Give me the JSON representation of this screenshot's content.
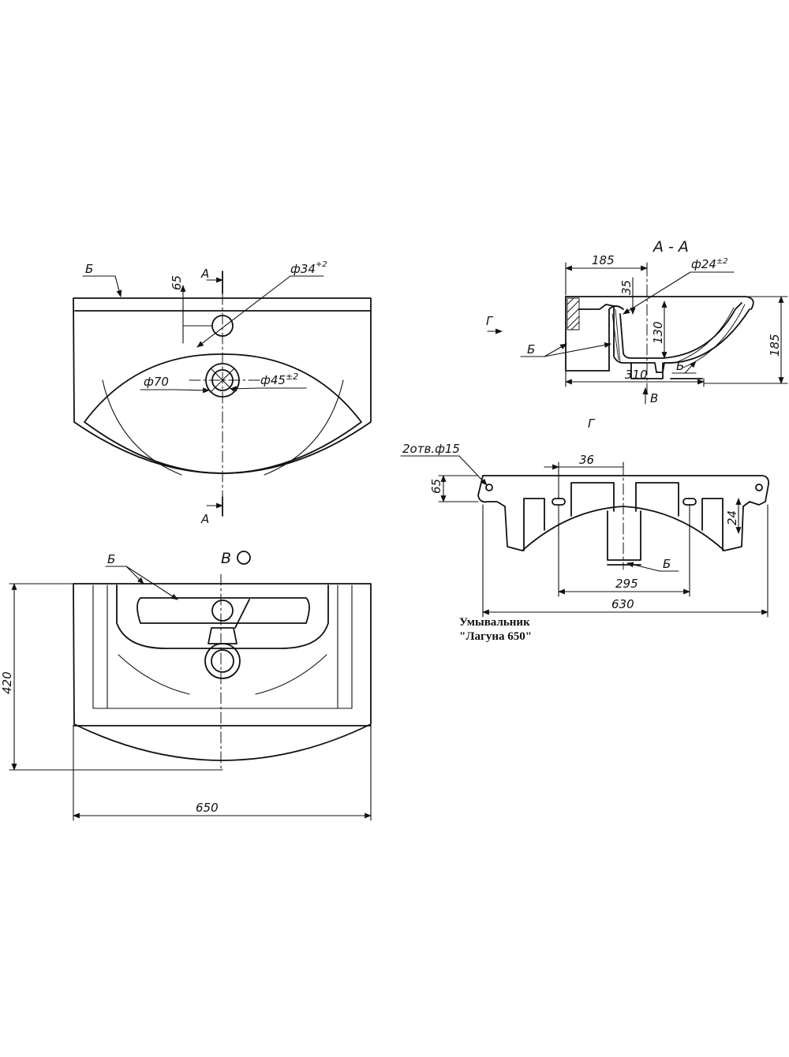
{
  "caption": {
    "line1": "Умывальник",
    "line2": "\"Лагуна 650\""
  },
  "labels": {
    "leader_b": "Б",
    "section_a": "А",
    "section_title": "А - А",
    "view_b": "В",
    "view_g": "Г",
    "two_holes": "2отв.ф15"
  },
  "dimensions": {
    "top_offset": "65",
    "faucet_hole": "ф34",
    "faucet_hole_tol": "+2",
    "drain_outer": "ф70",
    "drain_inner": "ф45",
    "drain_inner_tol": "±2",
    "section_width_top": "185",
    "section_hole": "ф24",
    "section_hole_tol": "±2",
    "section_35": "35",
    "section_130": "130",
    "section_185": "185",
    "section_310": "310",
    "rear_36": "36",
    "rear_65": "65",
    "rear_24": "24",
    "rear_295": "295",
    "rear_630": "630",
    "bottom_420": "420",
    "bottom_650": "650"
  }
}
